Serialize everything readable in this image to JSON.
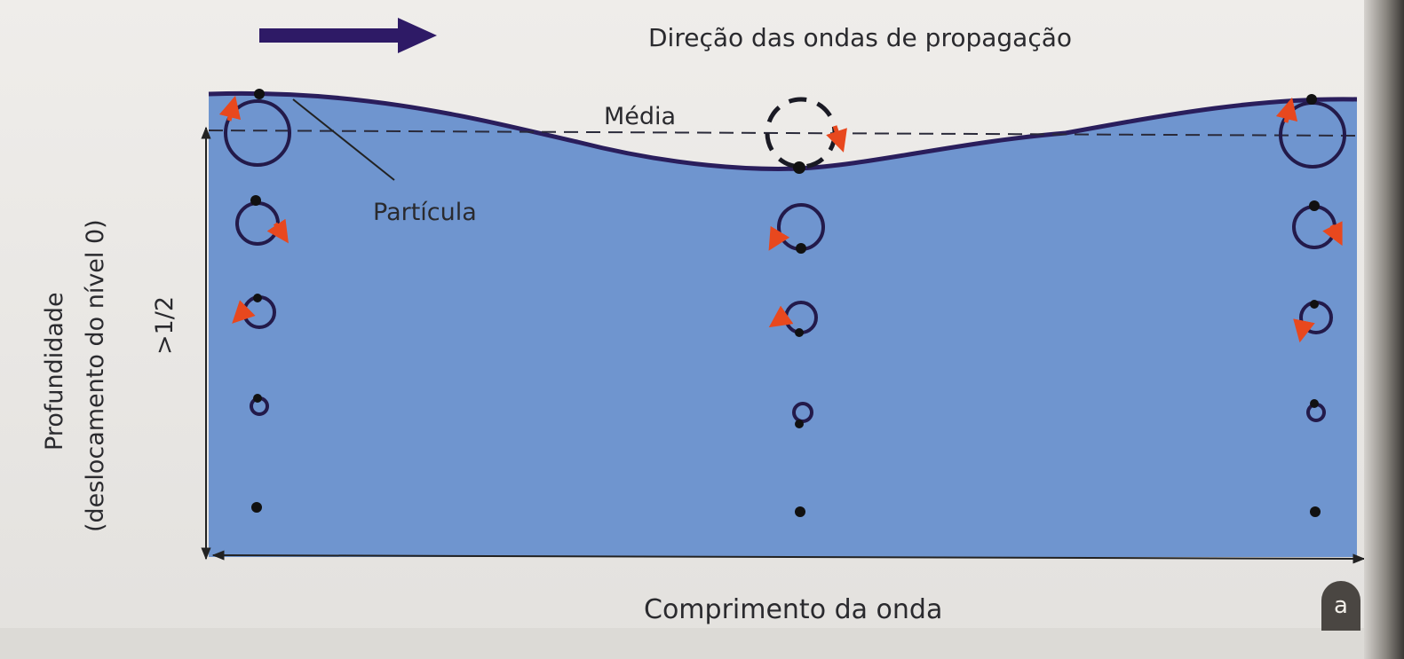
{
  "title": "Direção das ondas de propagação",
  "mean_level_label": "Média",
  "particle_label": "Partícula",
  "wavelength_label": "Comprimento da onda",
  "depth_label_line1": "Profundidade",
  "depth_label_line2": "(deslocamento do nível 0)",
  "depth_fraction_label": ">1/2",
  "panel_tag": "a",
  "colors": {
    "water": "#6f95cf",
    "wave_line": "#2a1e5c",
    "orbit": "#231a4a",
    "arrow_red": "#e8481e",
    "direction_arrow": "#2e1a66"
  },
  "icons": [
    "direction-arrow-icon",
    "orbit-icon",
    "particle-dot-icon"
  ]
}
